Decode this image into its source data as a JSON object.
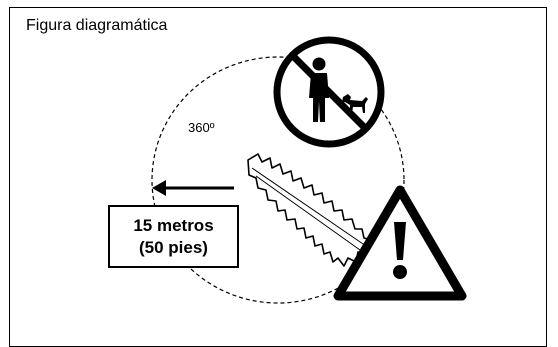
{
  "title": "Figura diagramática",
  "degree_label": "360º",
  "distance": {
    "line1": "15 metros",
    "line2": "(50 pies)"
  },
  "icons": [
    "no-bystanders-no-pets-icon",
    "hedge-trimmer-blade-icon",
    "warning-triangle-icon",
    "direction-arrow-icon"
  ],
  "colors": {
    "ink": "#000000",
    "background": "#ffffff"
  }
}
